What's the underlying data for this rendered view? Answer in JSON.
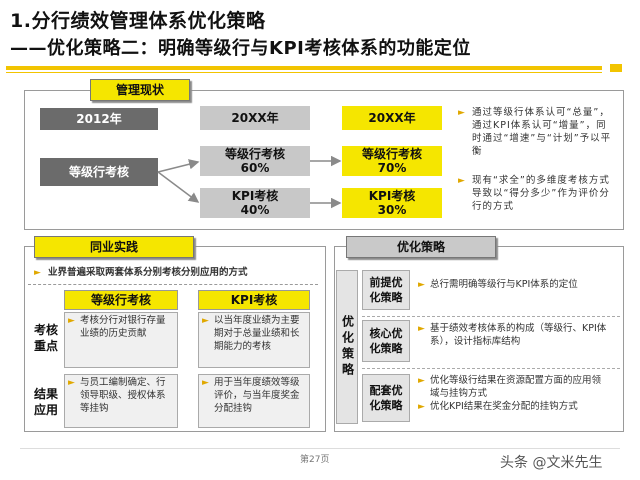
{
  "title": {
    "line1": "1.分行绩效管理体系优化策略",
    "line2": "——优化策略二：明确等级行与KPI考核体系的功能定位"
  },
  "status": {
    "label": "管理现状",
    "year_2012": "2012年",
    "year_mid": "20XX年",
    "year_target": "20XX年",
    "grade_system": "等级行考核",
    "mid_grade_name": "等级行考核",
    "mid_grade_pct": "60%",
    "mid_kpi_name": "KPI考核",
    "mid_kpi_pct": "40%",
    "target_grade_name": "等级行考核",
    "target_grade_pct": "70%",
    "target_kpi_name": "KPI考核",
    "target_kpi_pct": "30%",
    "notes": [
      "通过等级行体系认可“总量”，通过KPI体系认可“增量”，同时通过“增速”与“计划”予以平衡",
      "现有“求全”的多维度考核方式导致以“得分多少”作为评价分行的方式"
    ]
  },
  "peer": {
    "label": "同业实践",
    "intro": "业界普遍采取两套体系分别考核分别应用的方式",
    "col1": "等级行考核",
    "col2": "KPI考核",
    "row1_label_a": "考核",
    "row1_label_b": "重点",
    "row2_label_a": "结果",
    "row2_label_b": "应用",
    "r1c1": "考核分行对银行存量业绩的历史贡献",
    "r1c2": "以当年度业绩为主要期对于总量业绩和长期能力的考核",
    "r2c1": "与员工编制确定、行领导职级、授权体系等挂钩",
    "r2c2": "用于当年度绩效等级评价，与当年度奖金分配挂钩"
  },
  "strategy": {
    "label": "优化策略",
    "side_label": "优化策略",
    "items": [
      {
        "name_a": "前提优",
        "name_b": "化策略",
        "text": "总行需明确等级行与KPI体系的定位"
      },
      {
        "name_a": "核心优",
        "name_b": "化策略",
        "text": "基于绩效考核体系的构成（等级行、KPI体系），设计指标库结构"
      },
      {
        "name_a": "配套优",
        "name_b": "化策略",
        "text": "优化等级行结果在资源配置方面的应用领域与挂钩方式"
      }
    ],
    "extra": "优化KPI结果在奖金分配的挂钩方式"
  },
  "footer": {
    "page": "第27页",
    "watermark": "头条 @文米先生"
  },
  "colors": {
    "accent_yellow": "#f5e600",
    "dark_gray": "#6b6b6b",
    "light_gray": "#c8c8c8"
  }
}
